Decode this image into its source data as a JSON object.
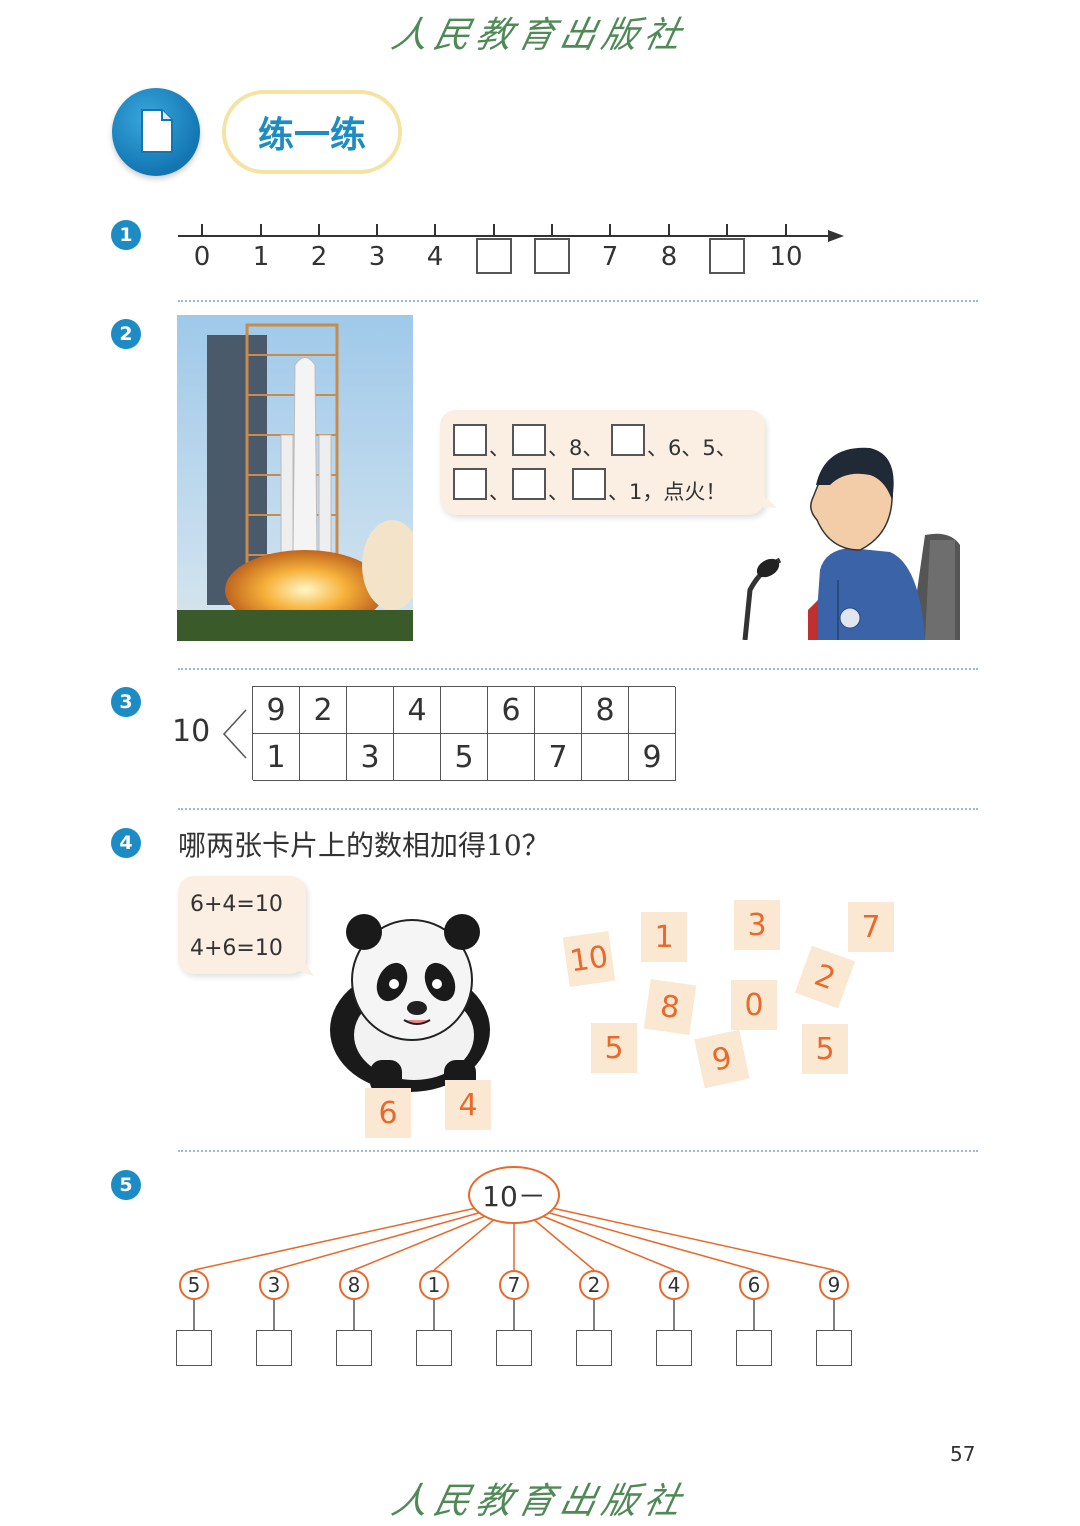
{
  "publisher": "人民教育出版社",
  "section_title": "练一练",
  "page_number": "57",
  "questions": {
    "q1": {
      "number": "1",
      "labels": [
        "0",
        "1",
        "2",
        "3",
        "4",
        "7",
        "8",
        "10"
      ]
    },
    "q2": {
      "number": "2",
      "bubble_line1": [
        "、",
        "、8、",
        "、6、5、"
      ],
      "bubble_line2": [
        "、",
        "、",
        "、1，点火！"
      ]
    },
    "q3": {
      "number": "3",
      "total": "10",
      "top_row": [
        "9",
        "2",
        "",
        "4",
        "",
        "6",
        "",
        "8",
        ""
      ],
      "bottom_row": [
        "1",
        "",
        "3",
        "",
        "5",
        "",
        "7",
        "",
        "9"
      ]
    },
    "q4": {
      "number": "4",
      "question": "哪两张卡片上的数相加得10？",
      "example_1": "6+4=10",
      "example_2": "4+6=10",
      "panda_cards": [
        "6",
        "4"
      ],
      "cards": [
        "10",
        "1",
        "3",
        "7",
        "2",
        "8",
        "0",
        "5",
        "9",
        "5"
      ]
    },
    "q5": {
      "number": "5",
      "root": "10－",
      "children": [
        "5",
        "3",
        "8",
        "1",
        "7",
        "2",
        "4",
        "6",
        "9"
      ]
    }
  }
}
